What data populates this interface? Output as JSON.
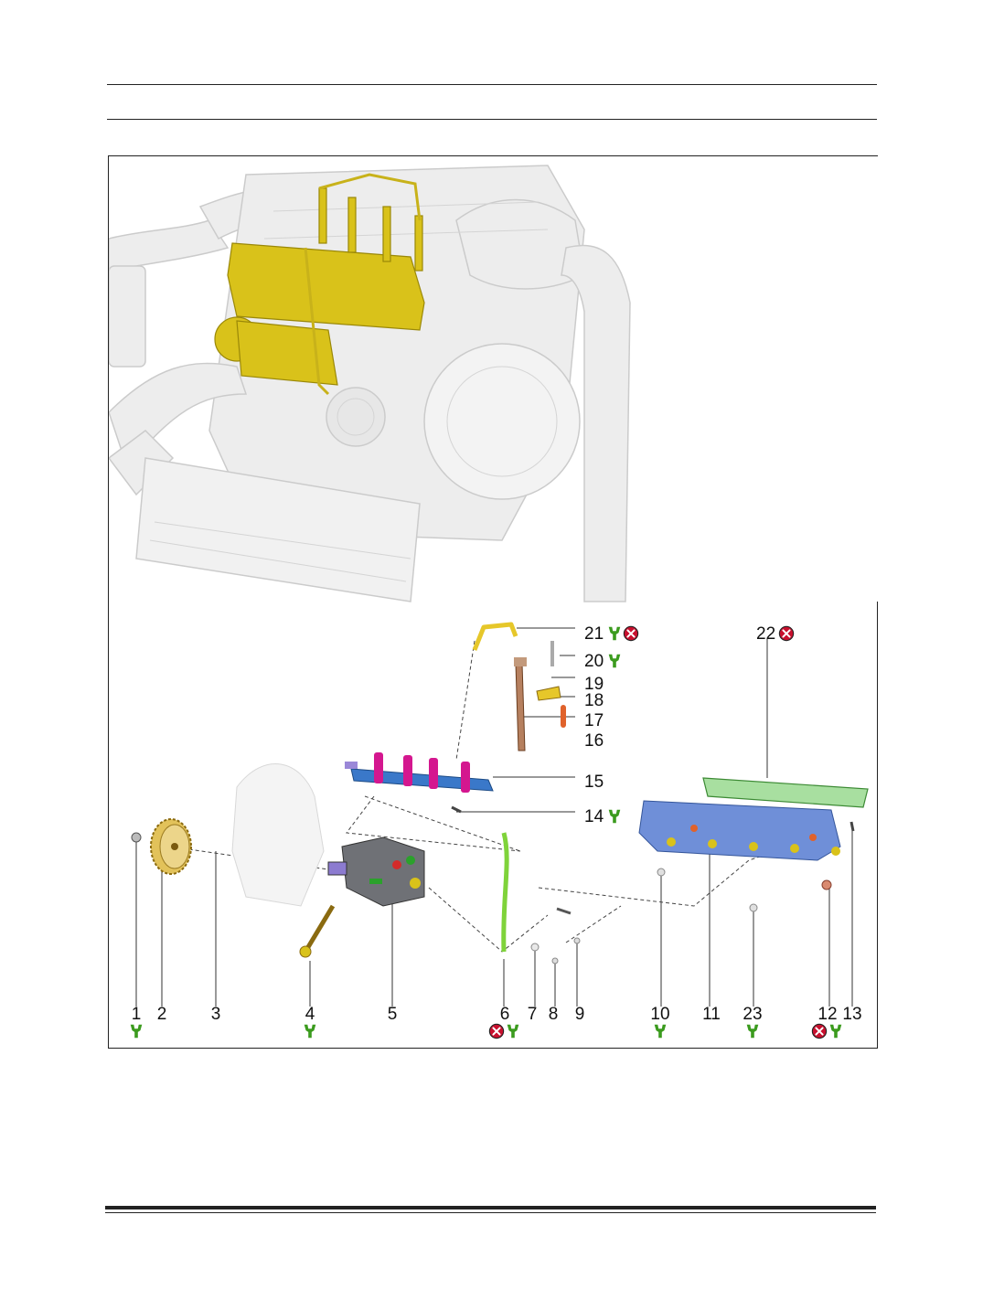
{
  "header": {
    "title": "",
    "subtitle": ""
  },
  "diagram": {
    "callouts": [
      {
        "id": "1",
        "text": "1",
        "icons": [
          "wrench-icon"
        ]
      },
      {
        "id": "2",
        "text": "2",
        "icons": []
      },
      {
        "id": "3",
        "text": "3",
        "icons": []
      },
      {
        "id": "4",
        "text": "4",
        "icons": [
          "wrench-icon"
        ]
      },
      {
        "id": "5",
        "text": "5",
        "icons": []
      },
      {
        "id": "6",
        "text": "6",
        "icons": [
          "no-reuse-icon",
          "wrench-icon"
        ]
      },
      {
        "id": "7",
        "text": "7",
        "icons": []
      },
      {
        "id": "8",
        "text": "8",
        "icons": []
      },
      {
        "id": "9",
        "text": "9",
        "icons": []
      },
      {
        "id": "10",
        "text": "10",
        "icons": [
          "wrench-icon"
        ]
      },
      {
        "id": "11",
        "text": "11",
        "icons": []
      },
      {
        "id": "12",
        "text": "12",
        "icons": [
          "no-reuse-icon",
          "wrench-icon"
        ]
      },
      {
        "id": "13",
        "text": "13",
        "icons": []
      },
      {
        "id": "14",
        "text": "14",
        "icons": [
          "wrench-icon"
        ]
      },
      {
        "id": "15",
        "text": "15",
        "icons": []
      },
      {
        "id": "16",
        "text": "16",
        "icons": []
      },
      {
        "id": "17",
        "text": "17",
        "icons": []
      },
      {
        "id": "18",
        "text": "18",
        "icons": []
      },
      {
        "id": "19",
        "text": "19",
        "icons": []
      },
      {
        "id": "20",
        "text": "20",
        "icons": [
          "wrench-icon"
        ]
      },
      {
        "id": "21",
        "text": "21",
        "icons": [
          "wrench-icon",
          "no-reuse-icon"
        ]
      },
      {
        "id": "22",
        "text": "22",
        "icons": [
          "no-reuse-icon"
        ]
      },
      {
        "id": "23",
        "text": "23",
        "icons": [
          "wrench-icon"
        ]
      }
    ],
    "colors": {
      "highlight_yellow": "#d9c21a",
      "rail_blue": "#3a78c9",
      "manifold_blue": "#6f8fd8",
      "port_magenta": "#d4178f",
      "pipe_green": "#7fd33a",
      "gasket_green": "#a8dfa0",
      "injector_copper": "#b6805f",
      "wrench_green": "#3b9b1e",
      "no_reuse_red": "#c8102e"
    },
    "images": [
      {
        "name": "engine-overview-image"
      },
      {
        "name": "exploded-parts-image"
      }
    ]
  },
  "footer": {
    "text": ""
  }
}
